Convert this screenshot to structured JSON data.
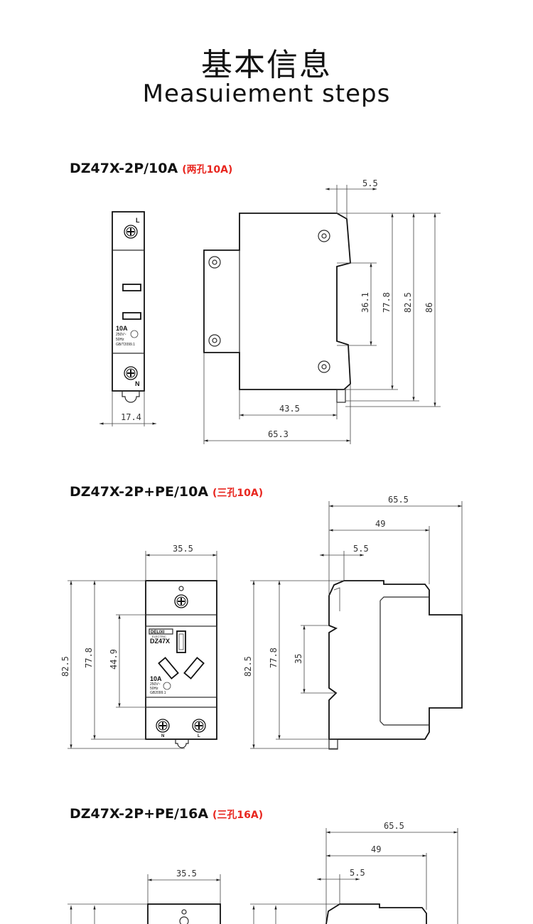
{
  "header": {
    "title_zh": "基本信息",
    "title_en": "Measuiement steps"
  },
  "sections": [
    {
      "model": "DZ47X-2P/10A",
      "note": "(两孔10A)",
      "dims": {
        "w_front": "17.4",
        "d1": "5.5",
        "h1": "36.1",
        "h2": "77.8",
        "h3": "82.5",
        "h4": "86",
        "w1": "43.5",
        "w2": "65.3"
      },
      "labels": {
        "top": "L",
        "bottom": "N",
        "rating": "10A",
        "spec1": "250V~",
        "spec2": "50Hz",
        "std": "GB/T2099.1"
      }
    },
    {
      "model": "DZ47X-2P+PE/10A",
      "note": "(三孔10A)",
      "dims": {
        "w_top": "35.5",
        "h_left1": "82.5",
        "h_left2": "77.8",
        "h_left3": "44.9",
        "side_w1": "65.5",
        "side_w2": "49",
        "side_w3": "5.5",
        "side_h1": "82.5",
        "side_h2": "77.8",
        "side_h3": "35"
      },
      "labels": {
        "brand": "DELIXI",
        "brand_sub": "ELECTRIC",
        "model": "DZ47X",
        "rating": "10A",
        "spec1": "250V~",
        "spec2": "50Hz",
        "std": "GB2099.1",
        "n": "N",
        "l": "L"
      }
    },
    {
      "model": "DZ47X-2P+PE/16A",
      "note": "(三孔16A)",
      "dims": {
        "w_top": "35.5",
        "side_w1": "65.5",
        "side_w2": "49",
        "side_w3": "5.5"
      }
    }
  ]
}
